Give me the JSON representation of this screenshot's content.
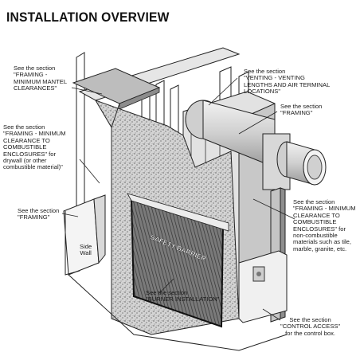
{
  "title": "INSTALLATION OVERVIEW",
  "callouts": {
    "mantel": [
      "See the section",
      "\"FRAMING -",
      "MINIMUM MANTEL",
      "CLEARANCES\""
    ],
    "venting": [
      "See the section",
      "\"VENTING - VENTING",
      "LENGTHS AND AIR TERMINAL",
      "LOCATIONS\""
    ],
    "framing_right": [
      "See the section",
      "\"FRAMING\""
    ],
    "combustible": [
      "See the section",
      "\"FRAMING - MINIMUM",
      "CLEARANCE TO",
      "COMBUSTIBLE",
      "ENCLOSURES\" for",
      "drywall (or other",
      "combustible material)\""
    ],
    "framing_left": [
      "See the section",
      "\"FRAMING\""
    ],
    "side_wall": [
      "Side",
      "Wall"
    ],
    "noncombustible": [
      "See the section",
      "\"FRAMING - MINIMUM",
      "CLEARANCE TO",
      "COMBUSTIBLE",
      "ENCLOSURES\" for",
      "non-combustible",
      "materials such as tile,",
      "marble, granite, etc."
    ],
    "burner": [
      "See the section",
      "\"BURNER INSTALLATION\""
    ],
    "control": [
      "See the section",
      "\"CONTROL ACCESS\"",
      "for the control box."
    ]
  },
  "barrier_label": "SAFETY BARRIER"
}
